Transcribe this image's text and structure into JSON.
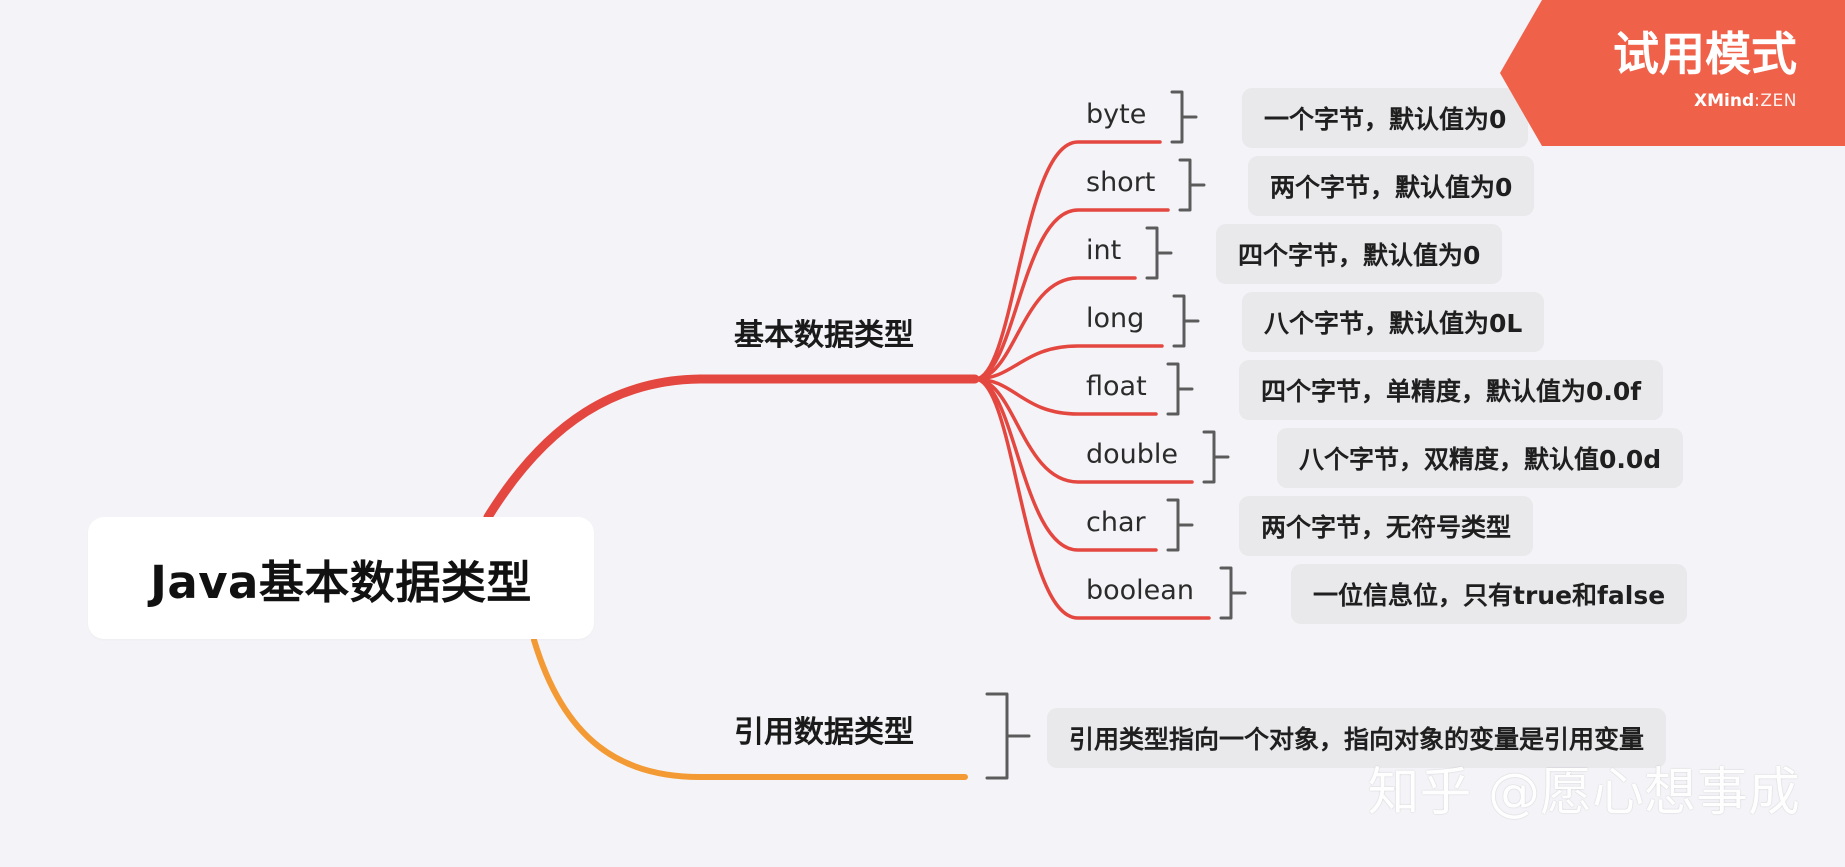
{
  "mindmap": {
    "root": "Java基本数据类型",
    "primitive_branch": {
      "label": "基本数据类型",
      "items": [
        {
          "type": "byte",
          "description": "一个字节，默认值为0"
        },
        {
          "type": "short",
          "description": "两个字节，默认值为0"
        },
        {
          "type": "int",
          "description": "四个字节，默认值为0"
        },
        {
          "type": "long",
          "description": "八个字节，默认值为0L"
        },
        {
          "type": "float",
          "description": "四个字节，单精度，默认值为0.0f"
        },
        {
          "type": "double",
          "description": "八个字节，双精度，默认值0.0d"
        },
        {
          "type": "char",
          "description": "两个字节，无符号类型"
        },
        {
          "type": "boolean",
          "description": "一位信息位，只有true和false"
        }
      ]
    },
    "reference_branch": {
      "label": "引用数据类型",
      "description": "引用类型指向一个对象，指向对象的变量是引用变量"
    }
  },
  "trial_badge": {
    "title": "试用模式",
    "brand_strong": "XMind",
    "brand_separator": ":",
    "brand_light": "ZEN"
  },
  "watermark": "知乎 @愿心想事成",
  "colors": {
    "primitive_branch": "#e4473f",
    "reference_branch": "#f39a34",
    "bracket": "#5b5b5b",
    "trial_badge": "#f0614a"
  }
}
